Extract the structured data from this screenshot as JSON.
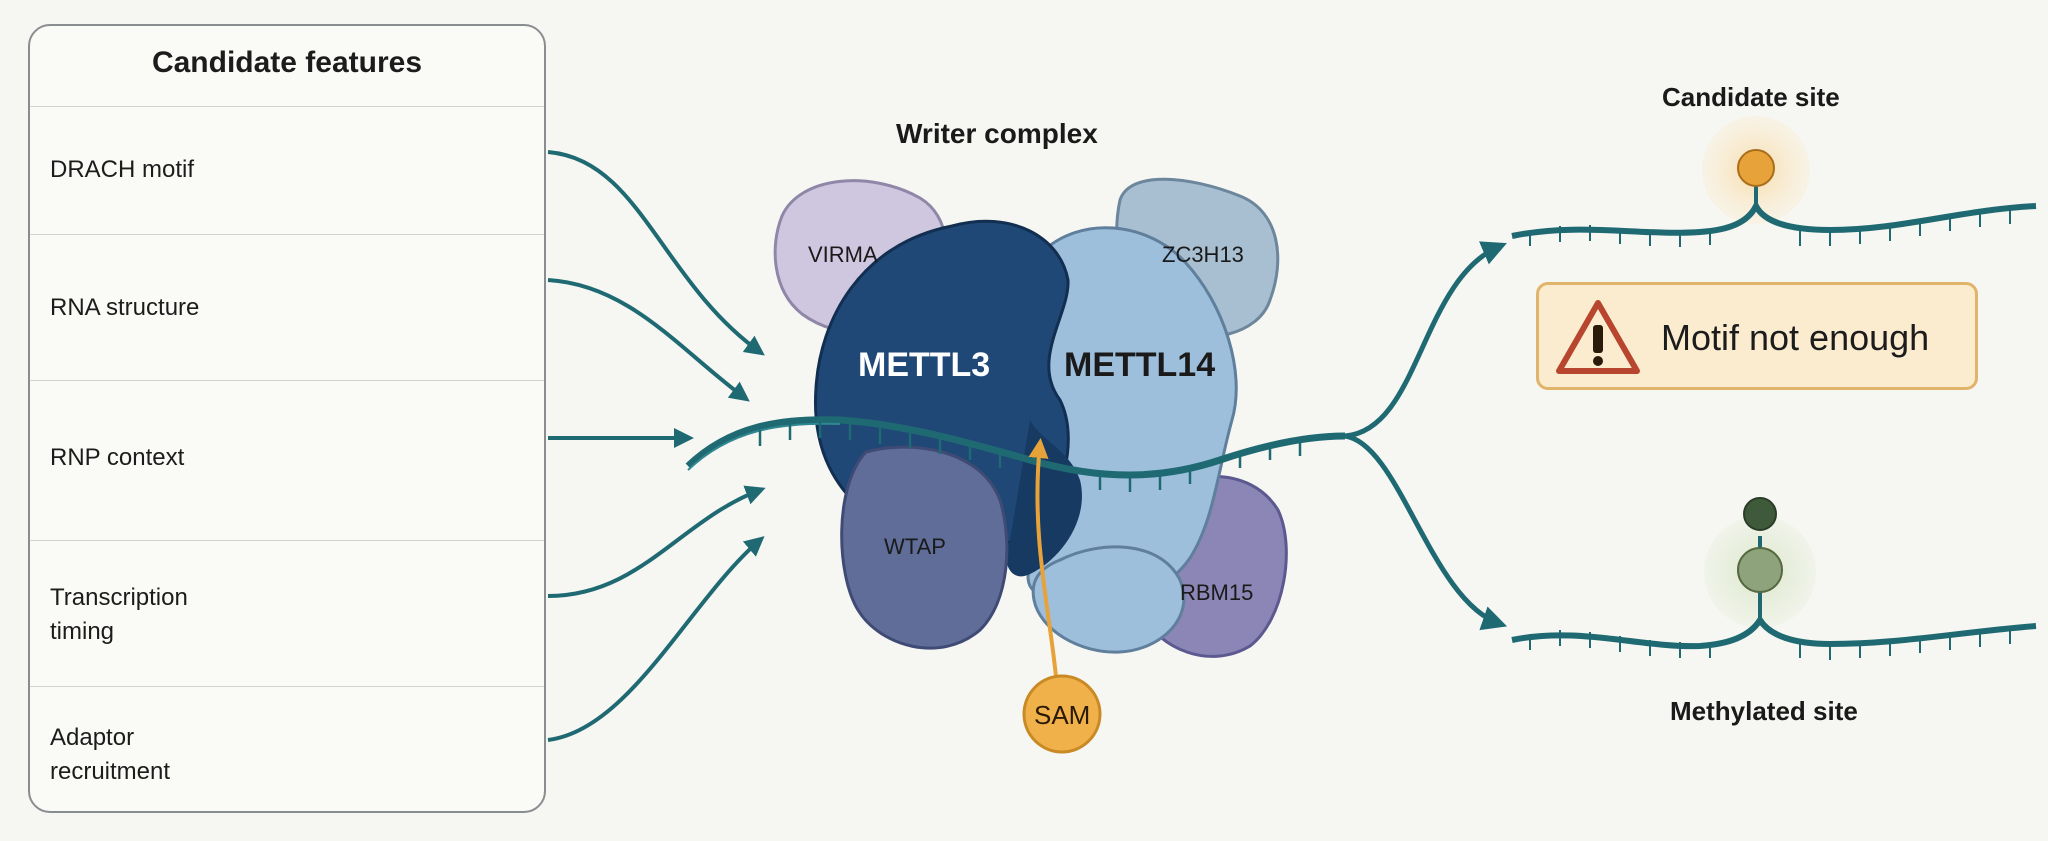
{
  "panel": {
    "title": "Candidate features",
    "features": [
      {
        "label": "DRACH motif"
      },
      {
        "label": "RNA structure"
      },
      {
        "label": "RNP context"
      },
      {
        "label": "Transcription\ntiming"
      },
      {
        "label": "Adaptor\nrecruitment"
      }
    ]
  },
  "complex": {
    "title": "Writer complex",
    "subunits": {
      "mettl3": "METTL3",
      "mettl14": "METTL14",
      "virma": "VIRMA",
      "zc3h13": "ZC3H13",
      "wtap": "WTAP",
      "rbm15": "RBM15"
    },
    "cofactor": "SAM"
  },
  "outcomes": {
    "candidate_site": "Candidate site",
    "warning": "Motif not enough",
    "methylated_site": "Methylated site"
  },
  "colors": {
    "rna": "#1f6a72",
    "mettl3": "#1f4877",
    "mettl14": "#9dbfdc",
    "virma": "#cfc7df",
    "zc3h13": "#a8bfd2",
    "wtap": "#5f6d98",
    "rbm15": "#8b86b6",
    "sam": "#f0b04a",
    "protein_blue": "#4e60b5",
    "adaptor_green": "#8ea27c",
    "warning_bg": "#fbeccf",
    "warning_border": "#e0b46a",
    "warning_icon": "#b8462e"
  }
}
